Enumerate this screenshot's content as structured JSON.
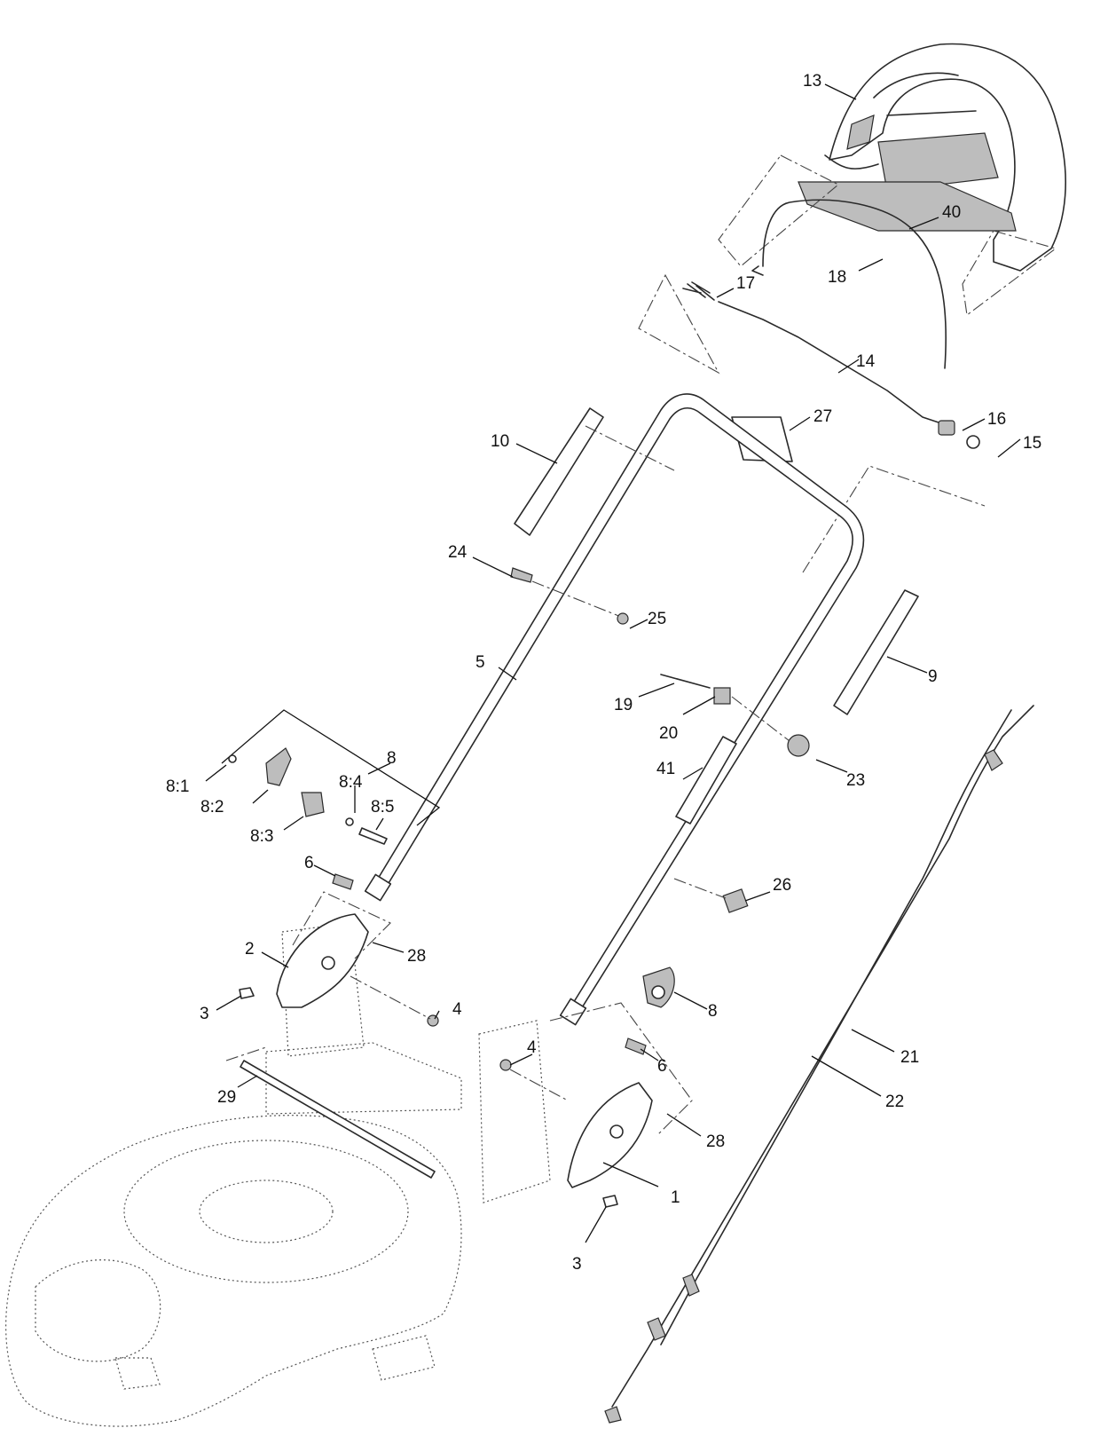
{
  "diagram": {
    "callouts": [
      {
        "id": "c13",
        "text": "13"
      },
      {
        "id": "c40",
        "text": "40"
      },
      {
        "id": "c18",
        "text": "18"
      },
      {
        "id": "c17",
        "text": "17"
      },
      {
        "id": "c14",
        "text": "14"
      },
      {
        "id": "c27",
        "text": "27"
      },
      {
        "id": "c16",
        "text": "16"
      },
      {
        "id": "c15",
        "text": "15"
      },
      {
        "id": "c10",
        "text": "10"
      },
      {
        "id": "c24",
        "text": "24"
      },
      {
        "id": "c25",
        "text": "25"
      },
      {
        "id": "c5",
        "text": "5"
      },
      {
        "id": "c9",
        "text": "9"
      },
      {
        "id": "c19",
        "text": "19"
      },
      {
        "id": "c20",
        "text": "20"
      },
      {
        "id": "c8a",
        "text": "8"
      },
      {
        "id": "c81",
        "text": "8:1"
      },
      {
        "id": "c84",
        "text": "8:4"
      },
      {
        "id": "c41",
        "text": "41"
      },
      {
        "id": "c23",
        "text": "23"
      },
      {
        "id": "c82",
        "text": "8:2"
      },
      {
        "id": "c85",
        "text": "8:5"
      },
      {
        "id": "c83",
        "text": "8:3"
      },
      {
        "id": "c6a",
        "text": "6"
      },
      {
        "id": "c26",
        "text": "26"
      },
      {
        "id": "c2",
        "text": "2"
      },
      {
        "id": "c28a",
        "text": "28"
      },
      {
        "id": "c3a",
        "text": "3"
      },
      {
        "id": "c4a",
        "text": "4"
      },
      {
        "id": "c8b",
        "text": "8"
      },
      {
        "id": "c4b",
        "text": "4"
      },
      {
        "id": "c6b",
        "text": "6"
      },
      {
        "id": "c21",
        "text": "21"
      },
      {
        "id": "c29",
        "text": "29"
      },
      {
        "id": "c22",
        "text": "22"
      },
      {
        "id": "c28b",
        "text": "28"
      },
      {
        "id": "c1",
        "text": "1"
      },
      {
        "id": "c3b",
        "text": "3"
      }
    ]
  }
}
